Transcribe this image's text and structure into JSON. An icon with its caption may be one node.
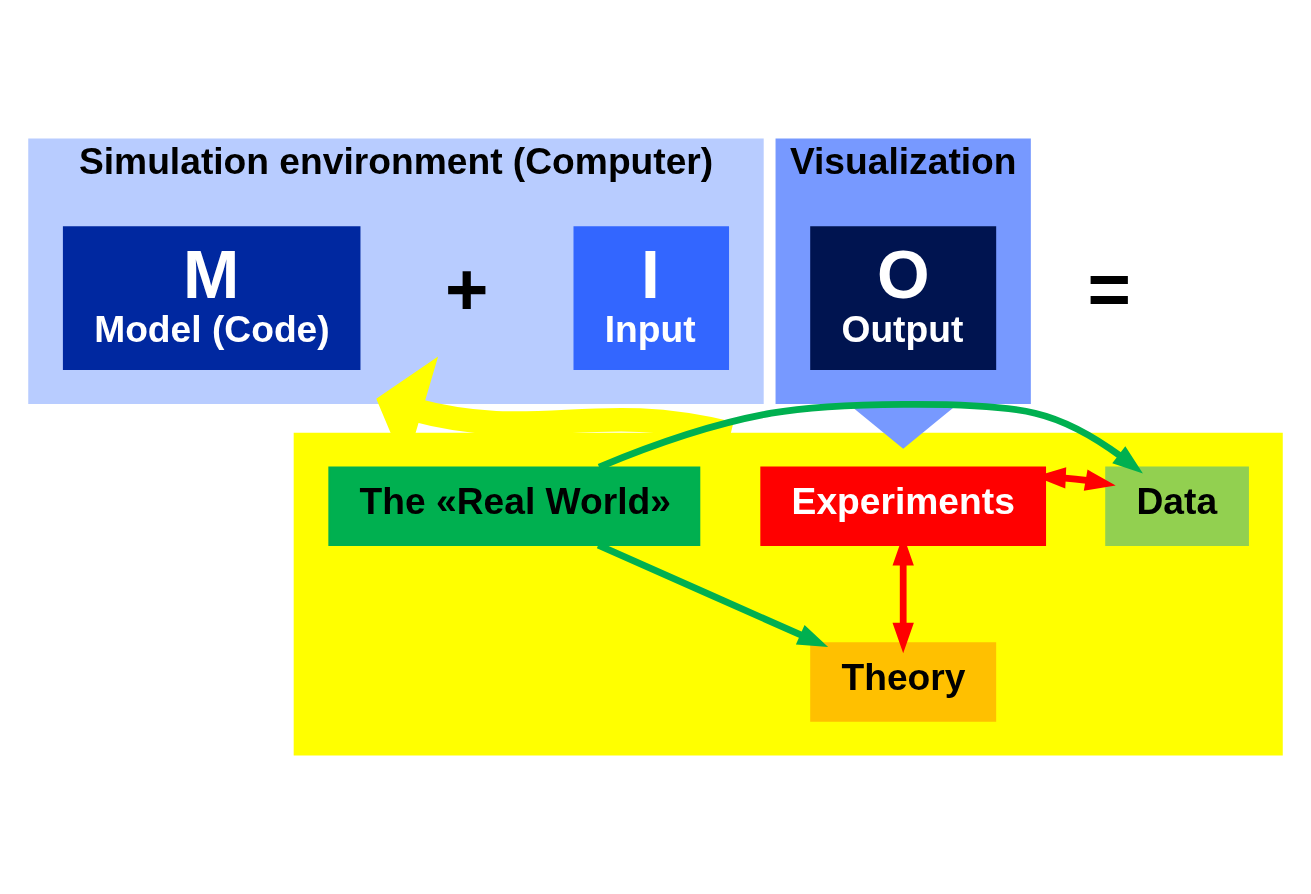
{
  "diagram": {
    "nodes": [
      {
        "text": [
          "Simulation environment (Computer)"
        ]
      },
      {
        "text": [
          "M",
          "Model (Code)"
        ],
        "in": 0
      },
      {
        "text": [
          "I",
          "Input"
        ],
        "in": 0
      },
      {
        "text": [
          "Visualization"
        ]
      },
      {
        "text": [
          "O",
          "Output"
        ],
        "in": 3
      },
      {
        "text": [],
        "shape": "box"
      },
      {
        "text": [
          "Experiments"
        ],
        "in": 5
      },
      {
        "text": [
          "Data"
        ],
        "in": 5
      },
      {
        "text": [
          "Theory"
        ],
        "in": 5
      },
      {
        "text": [
          "The «Real World»"
        ],
        "in": 5
      }
    ],
    "edges": [
      {
        "from": 3,
        "to": 5,
        "arrow": "to",
        "style": "thick",
        "color": "#7799ff"
      },
      {
        "from": 5,
        "to": 0,
        "arrow": "to",
        "style": "thick",
        "color": "#ffff00"
      },
      {
        "from": 6,
        "to": 7,
        "arrow": "both",
        "color": "#ff0000"
      },
      {
        "from": 6,
        "to": 8,
        "arrow": "both",
        "color": "#ff0000"
      },
      {
        "from": 9,
        "to": 7,
        "arrow": "to",
        "color": "#00b050"
      },
      {
        "from": 9,
        "to": 8,
        "arrow": "to",
        "color": "#00b050"
      }
    ],
    "labels": [
      "+",
      "="
    ]
  }
}
